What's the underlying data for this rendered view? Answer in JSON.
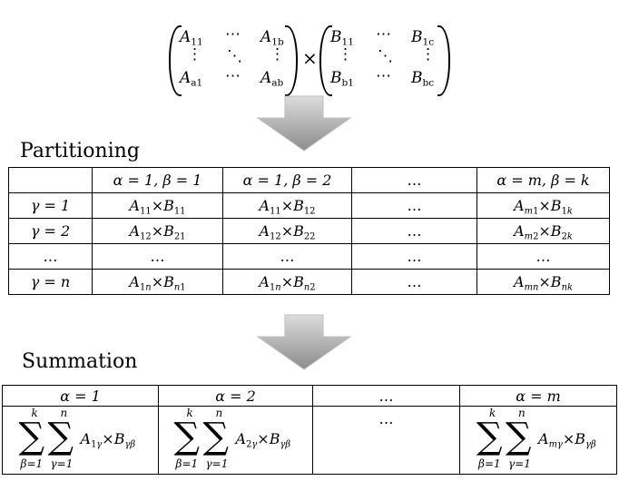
{
  "matrix_a": {
    "top_left": "A",
    "top_left_sub": "11",
    "top_right": "A",
    "top_right_sub": "1b",
    "bottom_left": "A",
    "bottom_left_sub": "a1",
    "bottom_right": "A",
    "bottom_right_sub": "ab"
  },
  "matrix_b": {
    "top_left": "B",
    "top_left_sub": "11",
    "top_right": "B",
    "top_right_sub": "1c",
    "bottom_left": "B",
    "bottom_left_sub": "b1",
    "bottom_right": "B",
    "bottom_right_sub": "bc"
  },
  "glyphs": {
    "hdots": "⋯",
    "vdots": "⋮",
    "ddots": "⋱",
    "times": "×",
    "ellipsis": "…"
  },
  "partitioning": {
    "heading": "Partitioning",
    "col_headers": [
      "α = 1, β = 1",
      "α = 1, β = 2",
      "…",
      "α = m, β = k"
    ],
    "rows": [
      {
        "label": "γ = 1",
        "cells": [
          "A11×B11",
          "A11×B12",
          "…",
          "Am1×B1k"
        ]
      },
      {
        "label": "γ = 2",
        "cells": [
          "A12×B21",
          "A12×B22",
          "…",
          "Am2×B2k"
        ]
      },
      {
        "label": "…",
        "cells": [
          "…",
          "…",
          "…",
          "…"
        ]
      },
      {
        "label": "γ = n",
        "cells": [
          "A1n×Bn1",
          "A1n×Bn2",
          "…",
          "Amn×Bnk"
        ]
      }
    ]
  },
  "summation": {
    "heading": "Summation",
    "col_headers": [
      "α = 1",
      "α = 2",
      "…",
      "α = m"
    ],
    "outer_upper": "k",
    "outer_lower": "β=1",
    "inner_upper": "n",
    "inner_lower": "γ=1",
    "sums": [
      "A1γ×Bγβ",
      "A2γ×Bγβ",
      "…",
      "Amγ×Bγβ"
    ]
  },
  "colors": {
    "arrow_light": "#d9d9d9",
    "arrow_dark": "#8c8c8c",
    "line": "#000000"
  }
}
